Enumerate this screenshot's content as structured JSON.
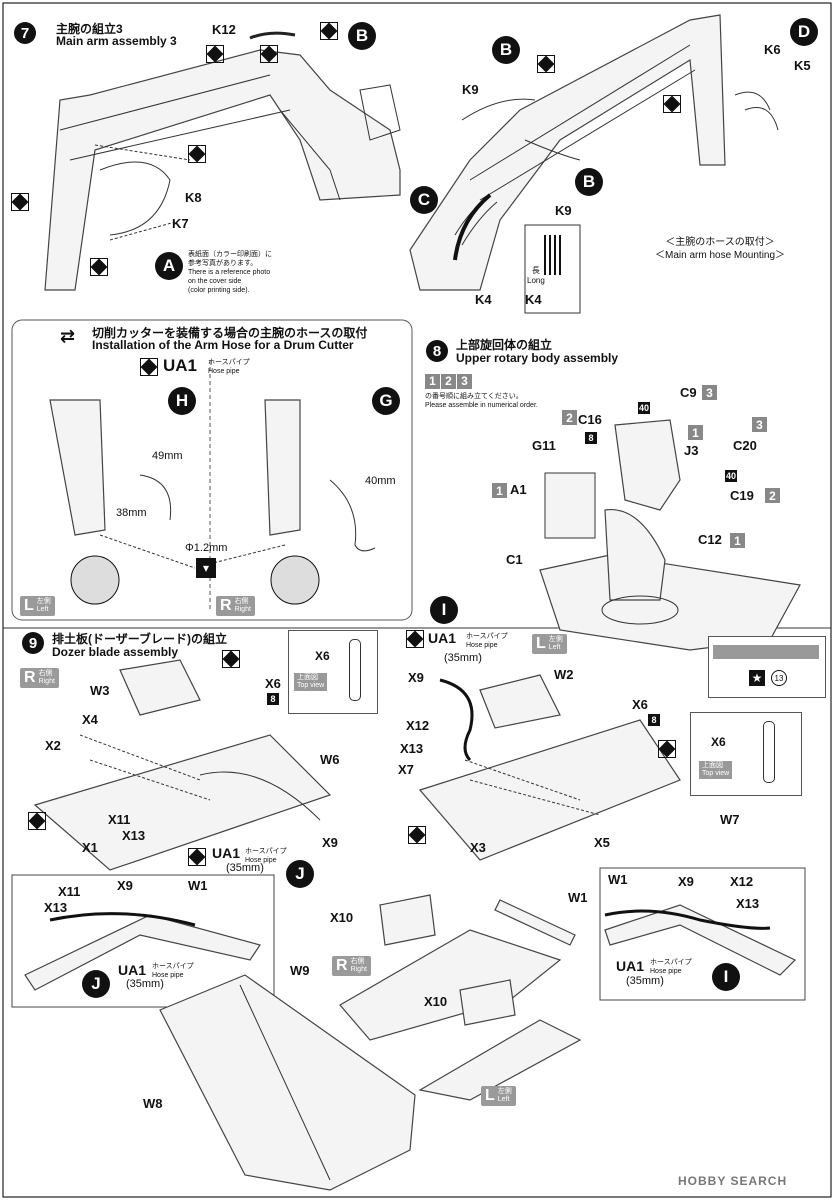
{
  "step7": {
    "num": "7",
    "title_jp": "主腕の組立3",
    "title_en": "Main arm assembly 3"
  },
  "step7_labels": {
    "k12": "K12",
    "k8": "K8",
    "k7": "K7",
    "k9": "K9",
    "k6": "K6",
    "k5": "K5",
    "k4a": "K4",
    "k4b": "K4",
    "k9b": "K9"
  },
  "step7_circles": {
    "b1": "B",
    "b2": "B",
    "b3": "B",
    "c": "C",
    "d": "D",
    "a": "A"
  },
  "step7_note": {
    "line1": "表紙面（カラー印刷面）に",
    "line2": "参考写真があります。",
    "line3": "There is a reference photo",
    "line4": "on the cover side",
    "line5": "(color printing side)."
  },
  "step7_long": {
    "jp": "長",
    "en": "Long"
  },
  "step7_hose": {
    "jp": "＜主腕のホースの取付＞",
    "en": "＜Main arm  hose Mounting＞"
  },
  "cutter": {
    "title_jp": "切削カッターを装備する場合の主腕のホースの取付",
    "title_en": "Installation of the Arm Hose for a Drum Cutter",
    "part": "UA1",
    "hose_jp": "ホースパイプ",
    "hose_en": "Hose pipe",
    "h": "H",
    "g": "G",
    "len49": "49mm",
    "len38": "38mm",
    "len40": "40mm",
    "dia": "Φ1.2mm",
    "left_big": "L",
    "left_jp": "左側",
    "left_en": "Left",
    "right_big": "R",
    "right_jp": "右側",
    "right_en": "Right"
  },
  "step8": {
    "num": "8",
    "title_jp": "上部旋回体の組立",
    "title_en": "Upper rotary body assembly",
    "n1": "1",
    "n2": "2",
    "n3": "3",
    "order_jp": "の番号順に組み立てください。",
    "order_en": "Please assemble in numerical order."
  },
  "step8_labels": {
    "c9": "C9",
    "c9n": "3",
    "k40a": "40",
    "c16": "C16",
    "c16n": "2",
    "g11": "G11",
    "g8": "8",
    "j3": "J3",
    "j3n": "1",
    "c20": "C20",
    "c20n": "3",
    "k40b": "40",
    "a1": "A1",
    "a1n": "1",
    "c19": "C19",
    "c19n": "2",
    "c12": "C12",
    "c12n": "1",
    "c1": "C1",
    "star": "★",
    "star13": "13"
  },
  "step9": {
    "num": "9",
    "title_jp": "排土板(ドーザーブレード)の組立",
    "title_en": "Dozer blade assembly"
  },
  "step9_left": {
    "side_big": "R",
    "side_jp": "右側",
    "side_en": "Right",
    "w3": "W3",
    "x4": "X4",
    "x2": "X2",
    "x11": "X11",
    "x13": "X13",
    "x1": "X1",
    "x6": "X6",
    "x6n": "8",
    "w6": "W6",
    "x9": "X9",
    "ua1": "UA1",
    "hose_jp": "ホースパイプ",
    "hose_en": "Hose pipe",
    "len": "(35mm)",
    "j": "J",
    "box_x6": "X6",
    "top_jp": "上面図",
    "top_en": "Top view"
  },
  "step9_right": {
    "i": "I",
    "ua1": "UA1",
    "hose_jp": "ホースパイプ",
    "hose_en": "Hose pipe",
    "len": "(35mm)",
    "side_big": "L",
    "side_jp": "左側",
    "side_en": "Left",
    "x9": "X9",
    "w2": "W2",
    "x12": "X12",
    "x13": "X13",
    "x7": "X7",
    "x6": "X6",
    "x6n": "8",
    "box_x6": "X6",
    "top_jp": "上面図",
    "top_en": "Top view",
    "x3": "X3",
    "x5": "X5",
    "w7": "W7"
  },
  "detail_j": {
    "x11": "X11",
    "x9": "X9",
    "w1": "W1",
    "x13": "X13",
    "ua1": "UA1",
    "hose_jp": "ホースパイプ",
    "hose_en": "Hose pipe",
    "len": "(35mm)",
    "j": "J"
  },
  "detail_i": {
    "w1": "W1",
    "x9": "X9",
    "x12": "X12",
    "x13": "X13",
    "ua1": "UA1",
    "hose_jp": "ホースパイプ",
    "hose_en": "Hose pipe",
    "len": "(35mm)",
    "i": "I"
  },
  "bottom": {
    "x10a": "X10",
    "w1": "W1",
    "w9": "W9",
    "side_big": "R",
    "side_jp": "右側",
    "side_en": "Right",
    "x10b": "X10",
    "w8": "W8",
    "side2_big": "L",
    "side2_jp": "左側",
    "side2_en": "Left"
  },
  "watermark": "HOBBY SEARCH"
}
